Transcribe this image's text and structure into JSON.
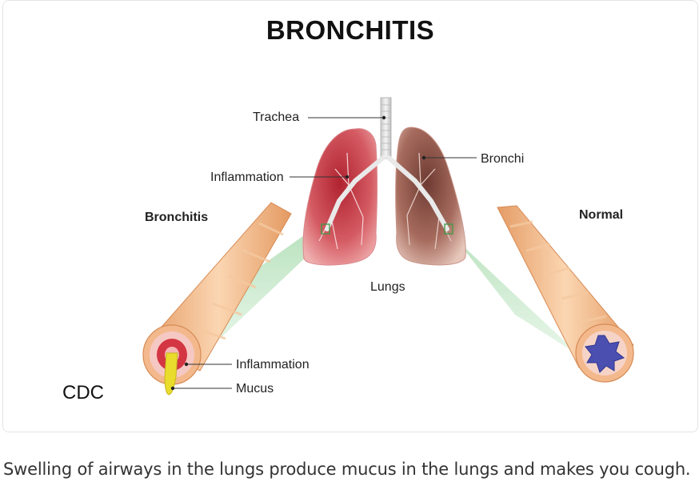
{
  "diagram": {
    "title": "BRONCHITIS",
    "labels": {
      "trachea": "Trachea",
      "bronchi": "Bronchi",
      "inflammation_lung": "Inflammation",
      "lungs": "Lungs",
      "bronchitis": "Bronchitis",
      "normal": "Normal",
      "inflammation_tube": "Inflammation",
      "mucus": "Mucus"
    },
    "source": "CDC"
  },
  "caption": "Swelling of airways in the lungs produce mucus in the lungs and makes you cough.",
  "colors": {
    "inflamed_lung": "#c9444e",
    "normal_lung": "#9a5a50",
    "airway_skin": "#f2b888",
    "zoom_cone": "#bfe6c4",
    "normal_lumen": "#4a4fb0",
    "mucus": "#e8d62a"
  }
}
